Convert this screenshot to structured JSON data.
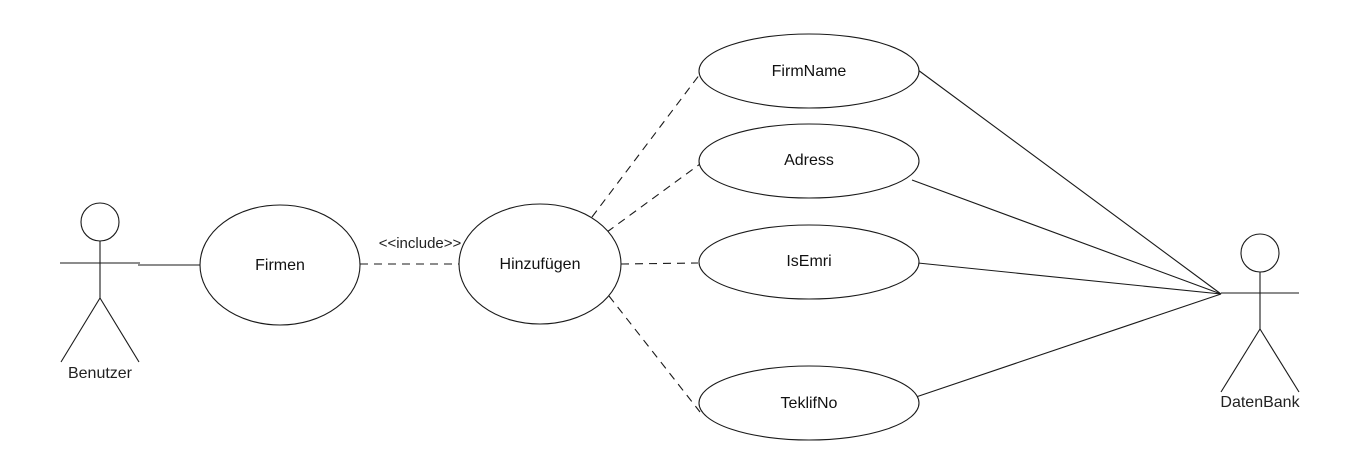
{
  "actors": {
    "user": {
      "label": "Benutzer"
    },
    "database": {
      "label": "DatenBank"
    }
  },
  "use_cases": {
    "firmen": "Firmen",
    "hinzufuegen": "Hinzufügen",
    "firmname": "FirmName",
    "adress": "Adress",
    "isemri": "IsEmri",
    "teklifno": "TeklifNo"
  },
  "relations": {
    "include_label": "<<include>>"
  }
}
